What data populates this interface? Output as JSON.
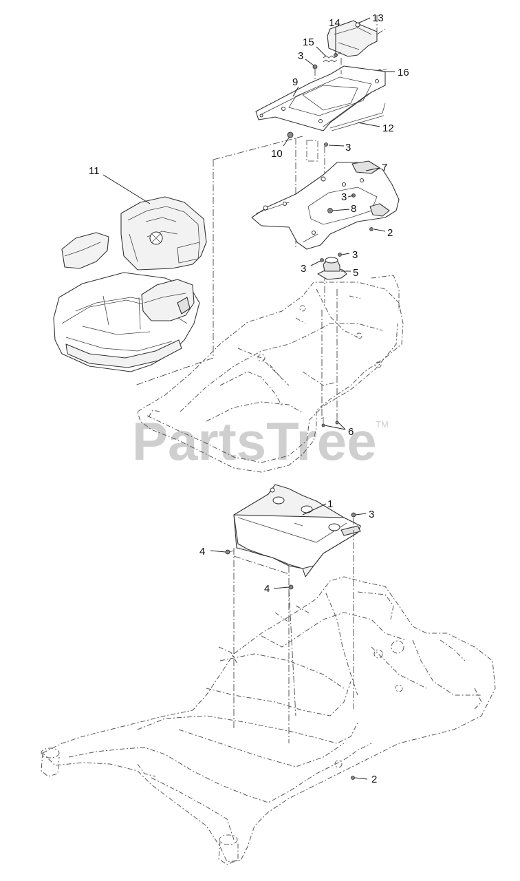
{
  "watermark": {
    "text": "PartsTree",
    "trademark": "TM"
  },
  "callouts": [
    {
      "id": "c13",
      "text": "13"
    },
    {
      "id": "c14",
      "text": "14"
    },
    {
      "id": "c15",
      "text": "15"
    },
    {
      "id": "c3a",
      "text": "3"
    },
    {
      "id": "c16",
      "text": "16"
    },
    {
      "id": "c9",
      "text": "9"
    },
    {
      "id": "c12",
      "text": "12"
    },
    {
      "id": "c10",
      "text": "10"
    },
    {
      "id": "c3b",
      "text": "3"
    },
    {
      "id": "c11",
      "text": "11"
    },
    {
      "id": "c7",
      "text": "7"
    },
    {
      "id": "c3c",
      "text": "3"
    },
    {
      "id": "c8",
      "text": "8"
    },
    {
      "id": "c2a",
      "text": "2"
    },
    {
      "id": "c3d",
      "text": "3"
    },
    {
      "id": "c3e",
      "text": "3"
    },
    {
      "id": "c5",
      "text": "5"
    },
    {
      "id": "c6",
      "text": "6"
    },
    {
      "id": "c1",
      "text": "1"
    },
    {
      "id": "c3f",
      "text": "3"
    },
    {
      "id": "c4a",
      "text": "4"
    },
    {
      "id": "c4b",
      "text": "4"
    },
    {
      "id": "c2b",
      "text": "2"
    }
  ]
}
